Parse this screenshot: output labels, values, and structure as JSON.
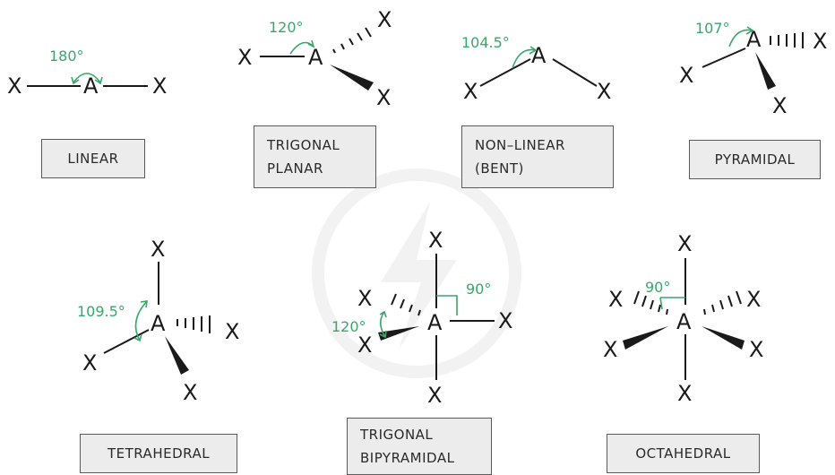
{
  "atoms": {
    "center": "A",
    "ligand": "X"
  },
  "shapes": {
    "linear": {
      "angle": "180°",
      "label": [
        "LINEAR"
      ]
    },
    "trigonal_planar": {
      "angle": "120°",
      "label": [
        "TRIGONAL",
        "PLANAR"
      ]
    },
    "non_linear": {
      "angle": "104.5°",
      "label": [
        "NON–LINEAR",
        "(BENT)"
      ]
    },
    "pyramidal": {
      "angle": "107°",
      "label": [
        "PYRAMIDAL"
      ]
    },
    "tetrahedral": {
      "angle": "109.5°",
      "label": [
        "TETRAHEDRAL"
      ]
    },
    "trigonal_bipyramidal": {
      "angles": [
        "90°",
        "120°"
      ],
      "label": [
        "TRIGONAL",
        "BIPYRAMIDAL"
      ]
    },
    "octahedral": {
      "angle": "90°",
      "label": [
        "OCTAHEDRAL"
      ]
    }
  },
  "colors": {
    "angle_text": "#3aa66a",
    "box_fill": "#ececec",
    "box_border": "#5a5a5a",
    "ink": "#1a1a1a"
  }
}
